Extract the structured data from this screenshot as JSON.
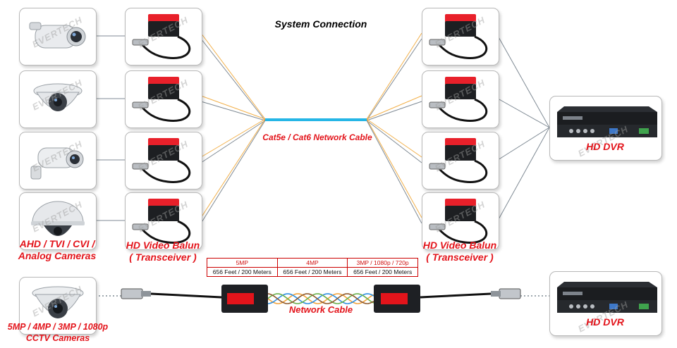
{
  "title": "System Connection",
  "cable_label": "Cat5e / Cat6 Network Cable",
  "camera_label": [
    "AHD / TVI / CVI /",
    "Analog Cameras"
  ],
  "balun_label_left": [
    "HD Video Balun",
    "( Transceiver )"
  ],
  "balun_label_right": [
    "HD Video Balun",
    "( Transceiver )"
  ],
  "dvr_label": "HD DVR",
  "dvr_label_bottom": "HD DVR",
  "watermark": "EVERTECH",
  "network_cable_label": "Network Cable",
  "bottom_camera_label": [
    "5MP / 4MP / 3MP / 1080p",
    "CCTV Cameras"
  ],
  "spec_table": {
    "headers": [
      "5MP",
      "4MP",
      "3MP / 1080p / 720p"
    ],
    "values": [
      "656 Feet / 200 Meters",
      "656 Feet / 200 Meters",
      "656 Feet / 200 Meters"
    ]
  },
  "colors": {
    "label_red": "#e3141b",
    "cable_blue": "#25b6e6",
    "wire_orange": "#f2b04a",
    "wire_gray": "#7f8a94"
  },
  "icons": [
    "bullet-camera-icon",
    "dome-camera-icon",
    "balun-icon",
    "dvr-icon",
    "bnc-connector-icon"
  ]
}
